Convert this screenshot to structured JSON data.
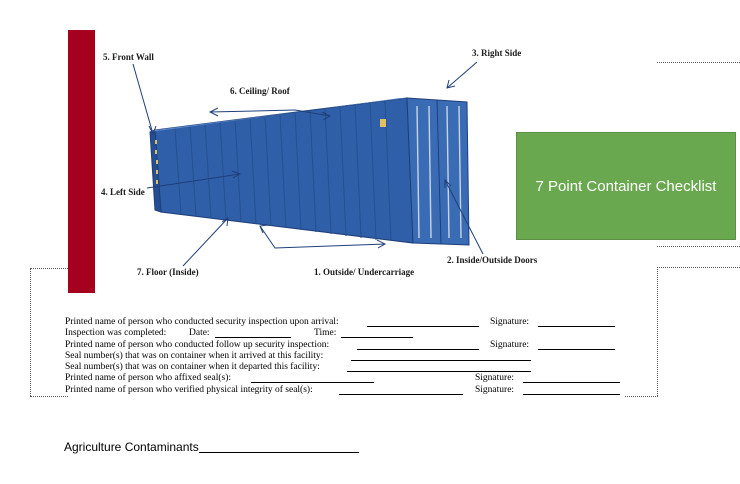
{
  "diagram": {
    "labels": {
      "front_wall": "5. Front Wall",
      "right_side": "3. Right Side",
      "ceiling_roof": "6. Ceiling/ Roof",
      "left_side": "4. Left Side",
      "inside_outside_doors": "2. Inside/Outside Doors",
      "floor_inside": "7. Floor (Inside)",
      "outside_undercarriage": "1. Outside/ Undercarriage"
    },
    "colors": {
      "side_band": "#a6001f",
      "container": "#2f5fa8"
    }
  },
  "title_box": {
    "text": "7 Point Container Checklist",
    "color": "#6aa84f"
  },
  "form": {
    "arrival_name": "Printed name of person who conducted security inspection upon arrival:",
    "signature": "Signature:",
    "inspection_completed": "Inspection was completed:",
    "date": "Date:",
    "time": "Time:",
    "followup_name": "Printed name of person who conducted follow up security inspection:",
    "seal_arrived": "Seal number(s) that was on container when it arrived at this facility:",
    "seal_departed": "Seal number(s) that was on container when it departed this facility:",
    "affixed_name": "Printed name of person who affixed seal(s):",
    "verified_name": "Printed name of person who verified physical integrity of seal(s):"
  },
  "agriculture": {
    "label": "Agriculture Contaminants"
  }
}
